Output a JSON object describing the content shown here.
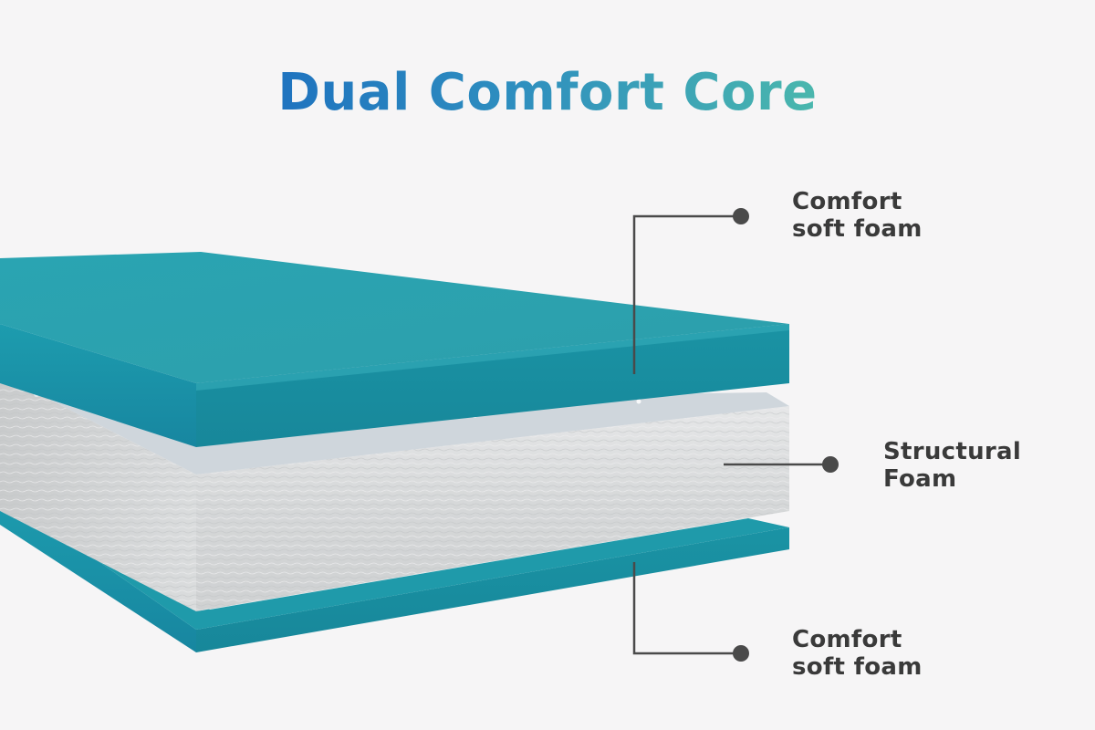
{
  "title": "Dual Comfort Core",
  "layers": [
    {
      "line1": "Comfort",
      "line2": "soft foam"
    },
    {
      "line1": "Structural",
      "line2": "Foam"
    },
    {
      "line1": "Comfort",
      "line2": "soft foam"
    }
  ],
  "colors": {
    "comfort_foam": "#1e97a6",
    "structural_foam": "#d9dbdc",
    "callout": "#4a4a4a",
    "background": "#f6f5f6",
    "title_gradient_start": "#1f73bf",
    "title_gradient_end": "#4ab7ad"
  }
}
